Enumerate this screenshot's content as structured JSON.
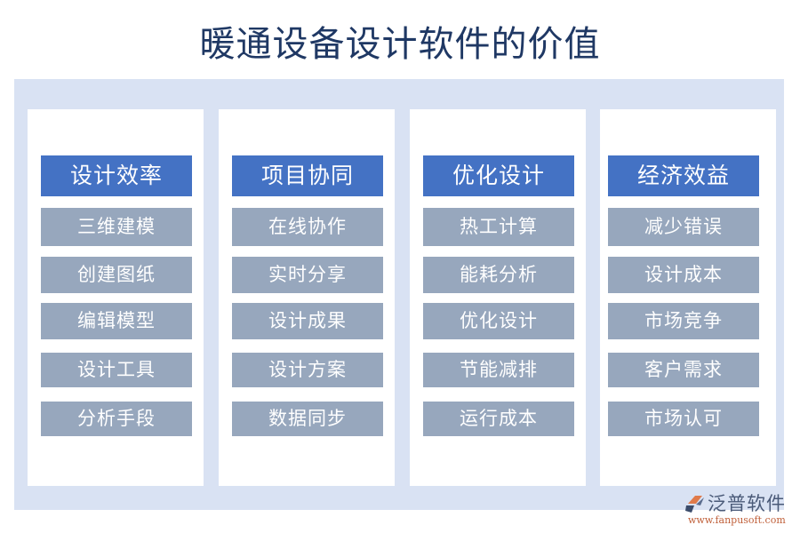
{
  "title": "暖通设备设计软件的价值",
  "colors": {
    "title": "#1f3864",
    "panel_bg": "#d9e2f3",
    "column_bg": "#ffffff",
    "header_bg": "#4472c4",
    "item_bg": "#97a7bd",
    "text_on_fill": "#ffffff"
  },
  "columns": [
    {
      "header": "设计效率",
      "items": [
        "三维建模",
        "创建图纸",
        "编辑模型",
        "设计工具",
        "分析手段"
      ]
    },
    {
      "header": "项目协同",
      "items": [
        "在线协作",
        "实时分享",
        "设计成果",
        "设计方案",
        "数据同步"
      ]
    },
    {
      "header": "优化设计",
      "items": [
        "热工计算",
        "能耗分析",
        "优化设计",
        "节能减排",
        "运行成本"
      ]
    },
    {
      "header": "经济效益",
      "items": [
        "减少错误",
        "设计成本",
        "市场竞争",
        "客户需求",
        "市场认可"
      ]
    }
  ],
  "logo": {
    "icon": "fanpu-logo-icon",
    "name": "泛普软件",
    "url": "www.fanpusoft.com"
  }
}
